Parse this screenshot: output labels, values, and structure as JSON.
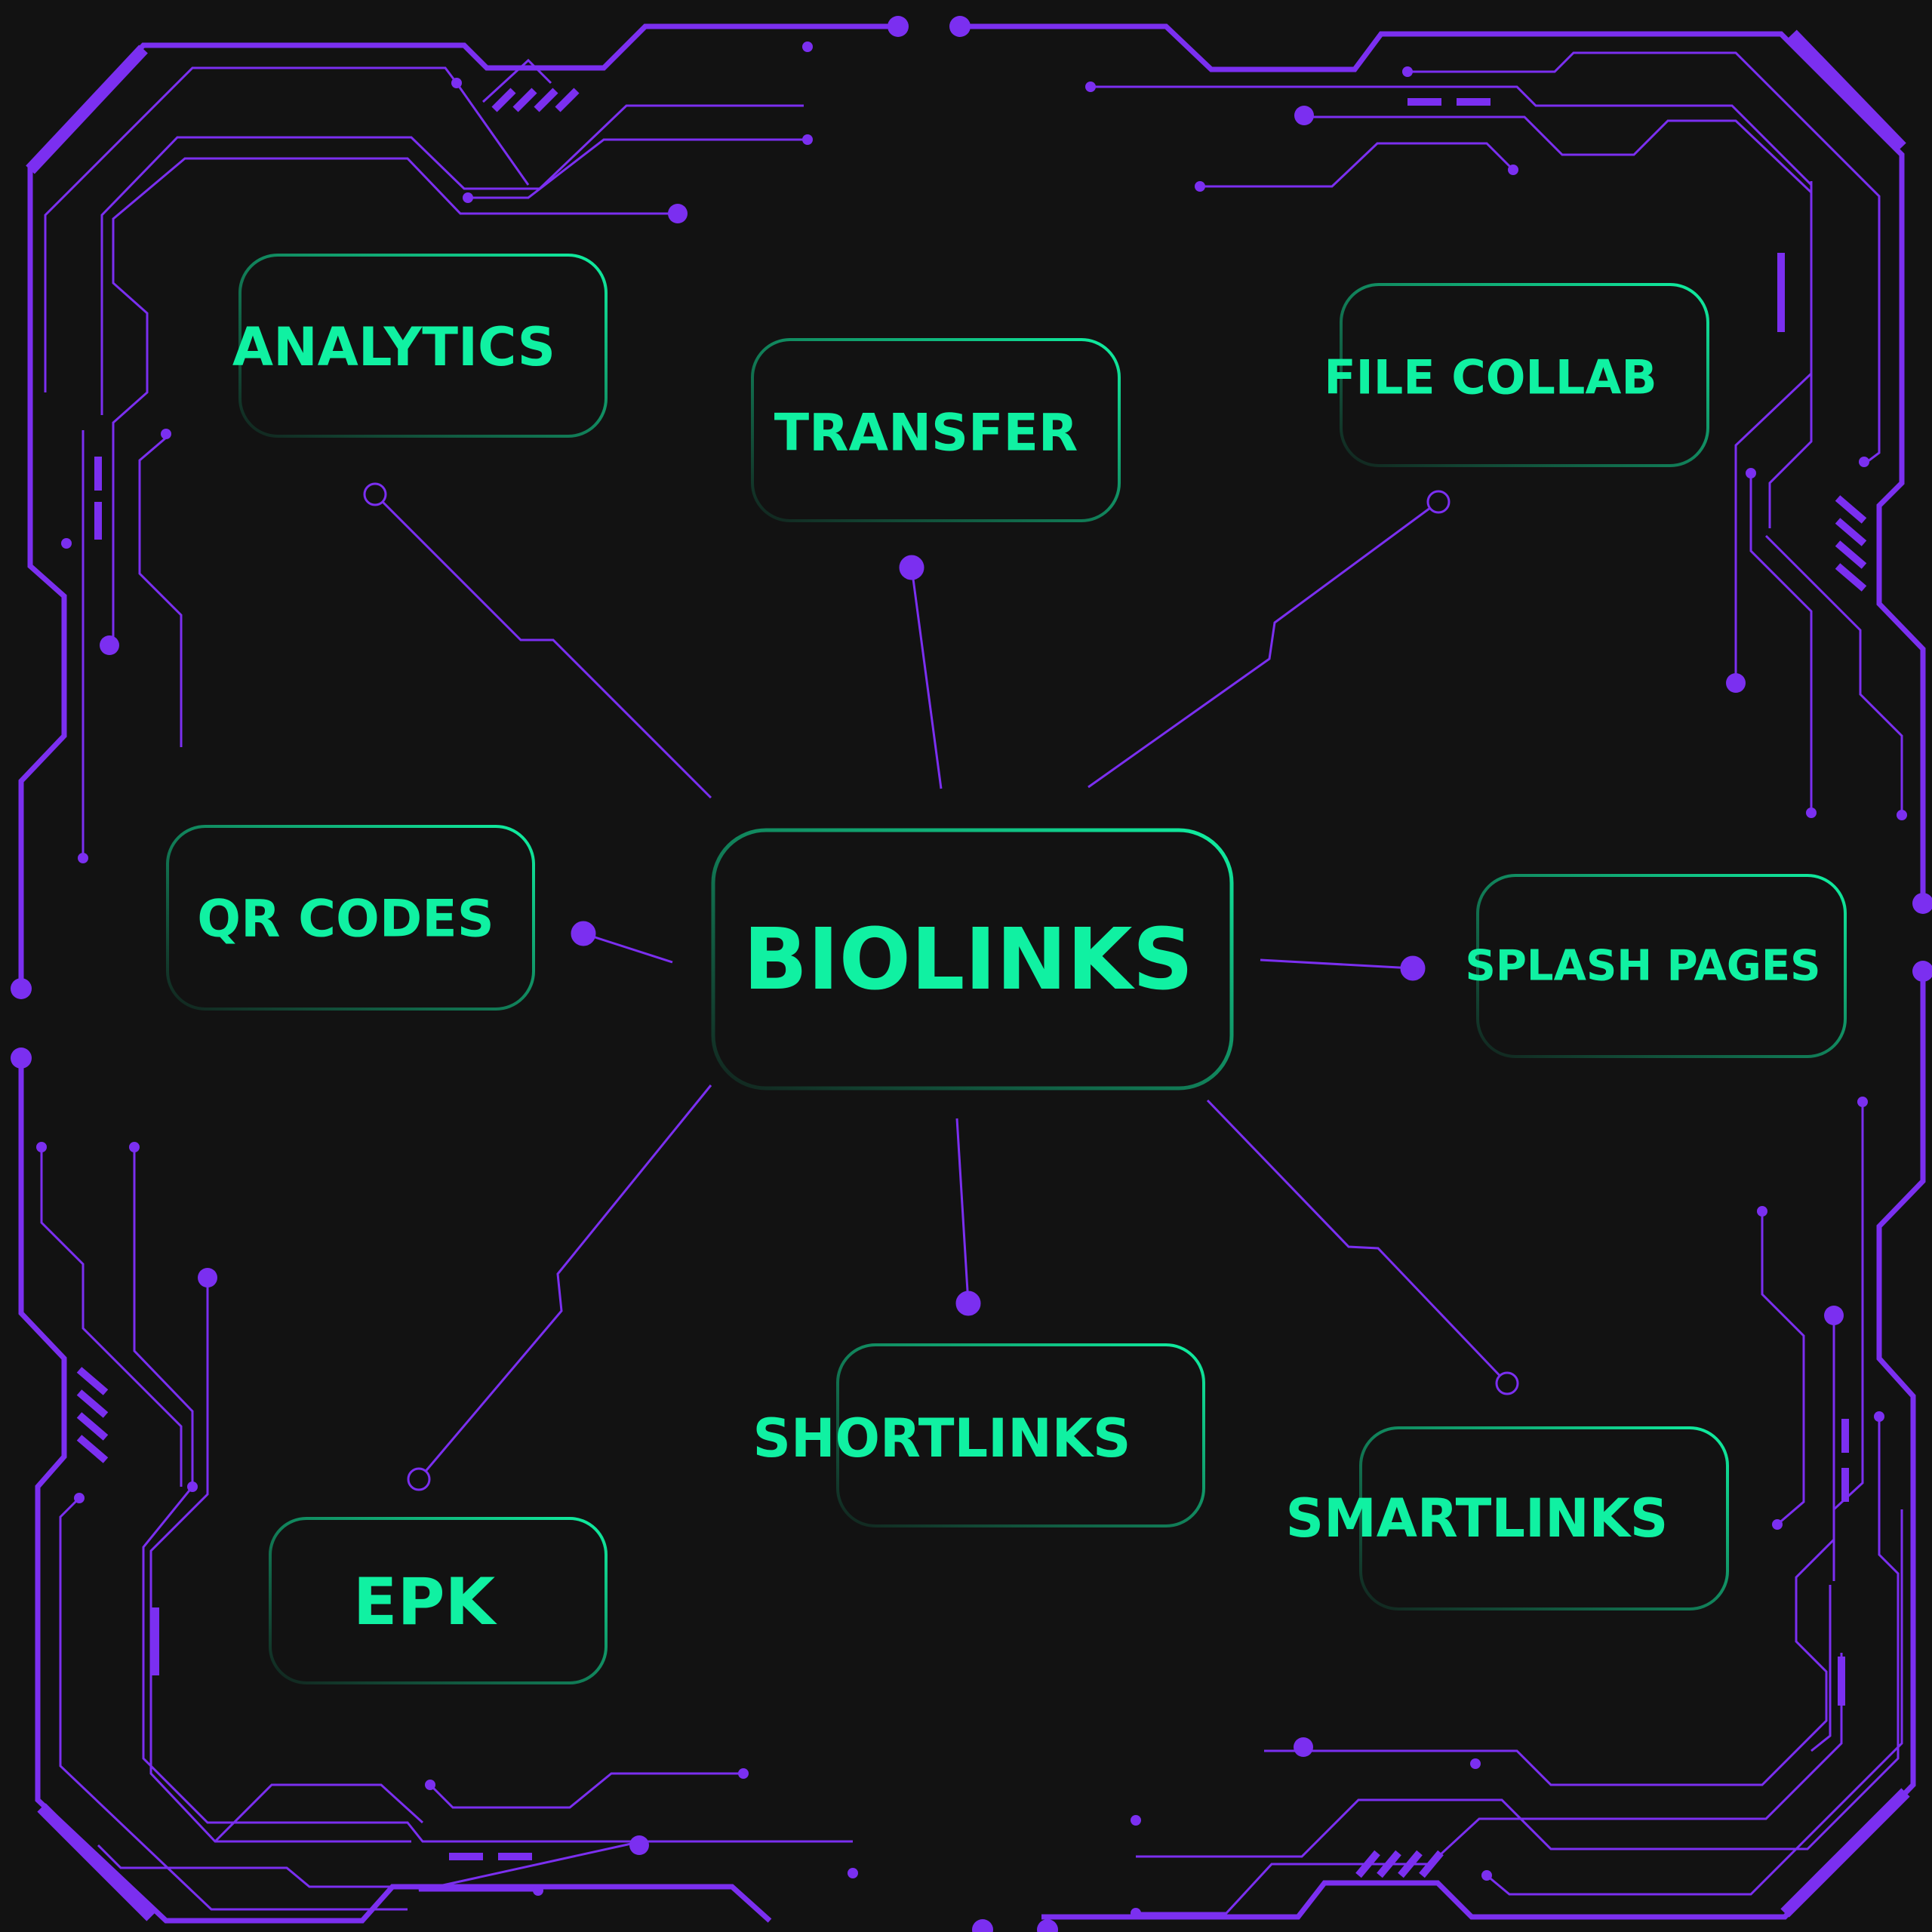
{
  "colors": {
    "background": "#121212",
    "accent_purple": "#7b2ff0",
    "node_green": "#10f1a2"
  },
  "center": {
    "label": "BIOLINKS"
  },
  "nodes": [
    {
      "id": "analytics",
      "label": "ANALYTICS"
    },
    {
      "id": "transfer",
      "label": "TRANSFER"
    },
    {
      "id": "file-collab",
      "label": "FILE COLLAB"
    },
    {
      "id": "qr-codes",
      "label": "QR CODES"
    },
    {
      "id": "splash-pages",
      "label": "SPLASH PAGES"
    },
    {
      "id": "shortlinks",
      "label": "SHORTLINKS"
    },
    {
      "id": "smartlinks",
      "label": "SMARTLINKS"
    },
    {
      "id": "epk",
      "label": "EPK"
    }
  ]
}
